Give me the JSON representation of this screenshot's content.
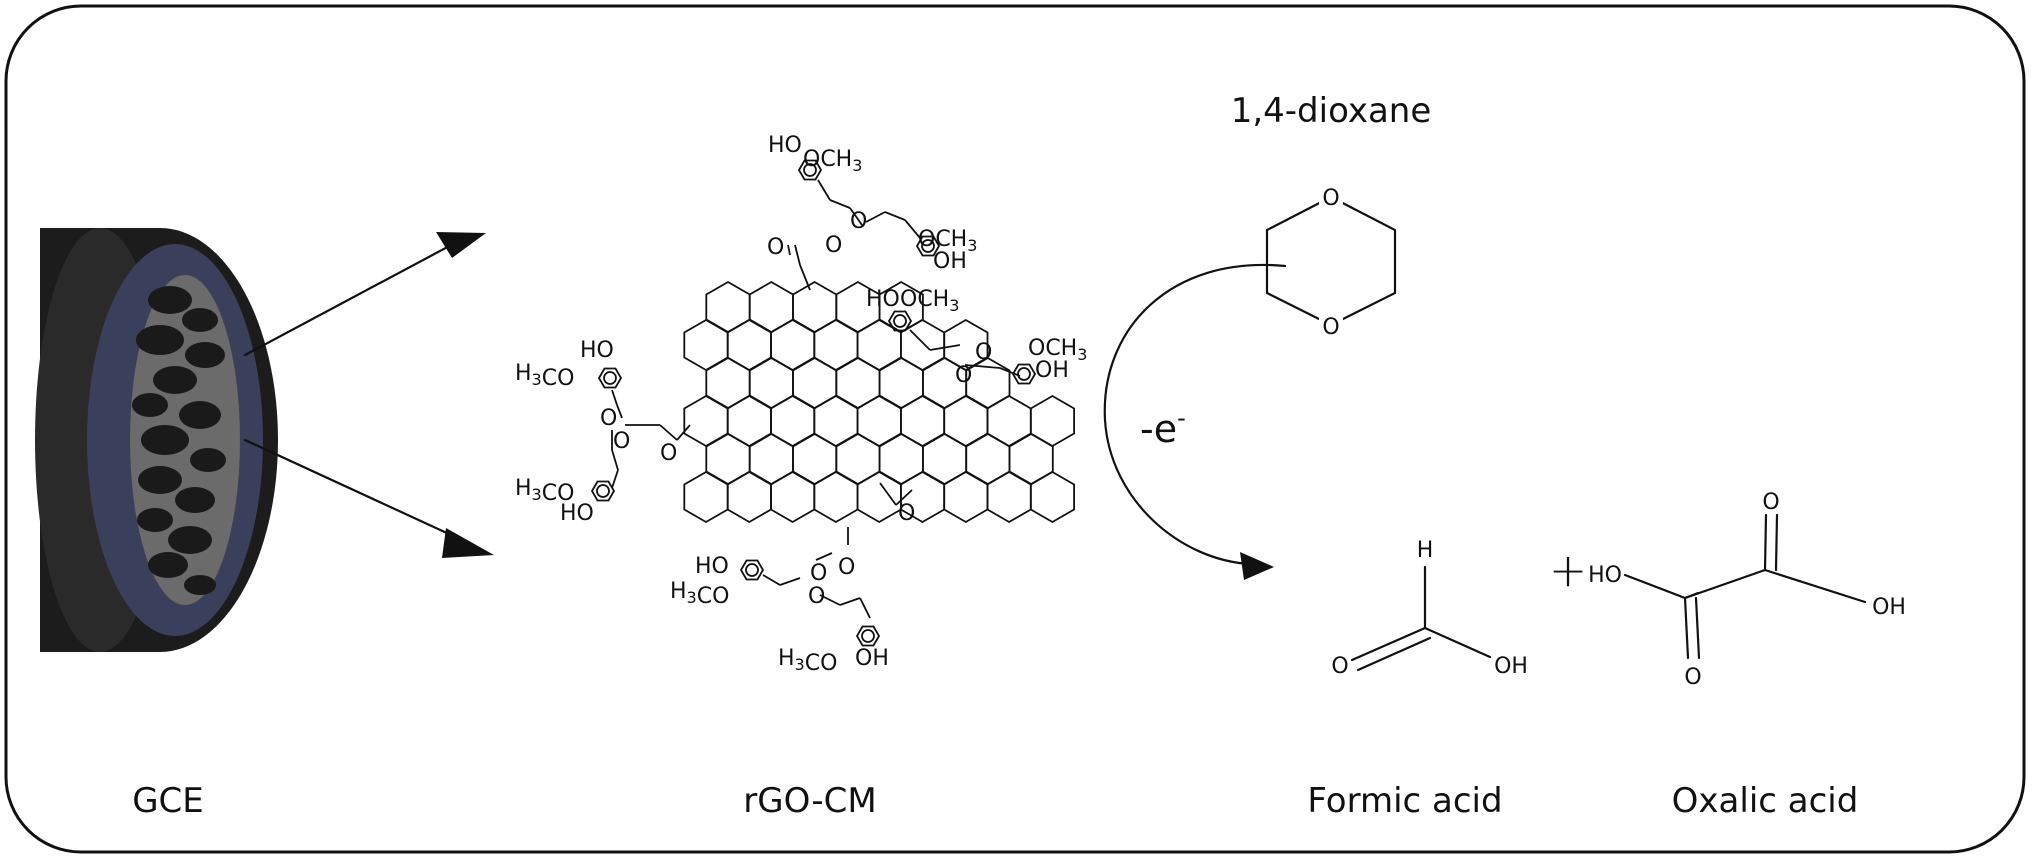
{
  "labels": {
    "gce": "GCE",
    "rgo_cm": "rGO-CM",
    "dioxane": "1,4-dioxane",
    "electron": "-e",
    "electron_sup": "-",
    "formic_acid": "Formic acid",
    "oxalic_acid": "Oxalic acid",
    "plus": "+"
  },
  "atoms": {
    "oxygen": "O",
    "hydrogen": "H",
    "hydroxyl": "OH",
    "ho": "HO",
    "methoxy_right": "OCH",
    "methoxy_left": "H",
    "methoxy_left_tail": "CO",
    "sub3": "3"
  },
  "colors": {
    "frame": "#111111",
    "electrode_body": "#1c1c1c",
    "electrode_face": "#3a3f5c",
    "electrode_pore": "#6b6b6b"
  }
}
